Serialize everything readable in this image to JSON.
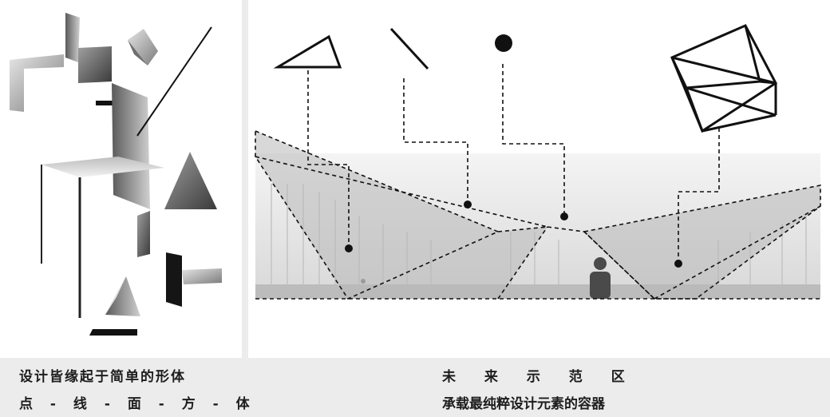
{
  "left_caption": {
    "line1": "设计皆缘起于简单的形体",
    "line2": [
      "点",
      "-",
      "线",
      "-",
      "面",
      "-",
      "方",
      "-",
      "体"
    ]
  },
  "right_caption": {
    "line1": [
      "未",
      "来",
      "示",
      "范",
      "区"
    ],
    "line2": "承载最纯粹设计元素的容器"
  },
  "icons": [
    "triangle-icon",
    "line-icon",
    "point-icon",
    "cube-icon"
  ],
  "colors": {
    "background": "#ececec",
    "panel": "#ffffff",
    "canopy": "#c9c9c9",
    "ink": "#111111"
  }
}
